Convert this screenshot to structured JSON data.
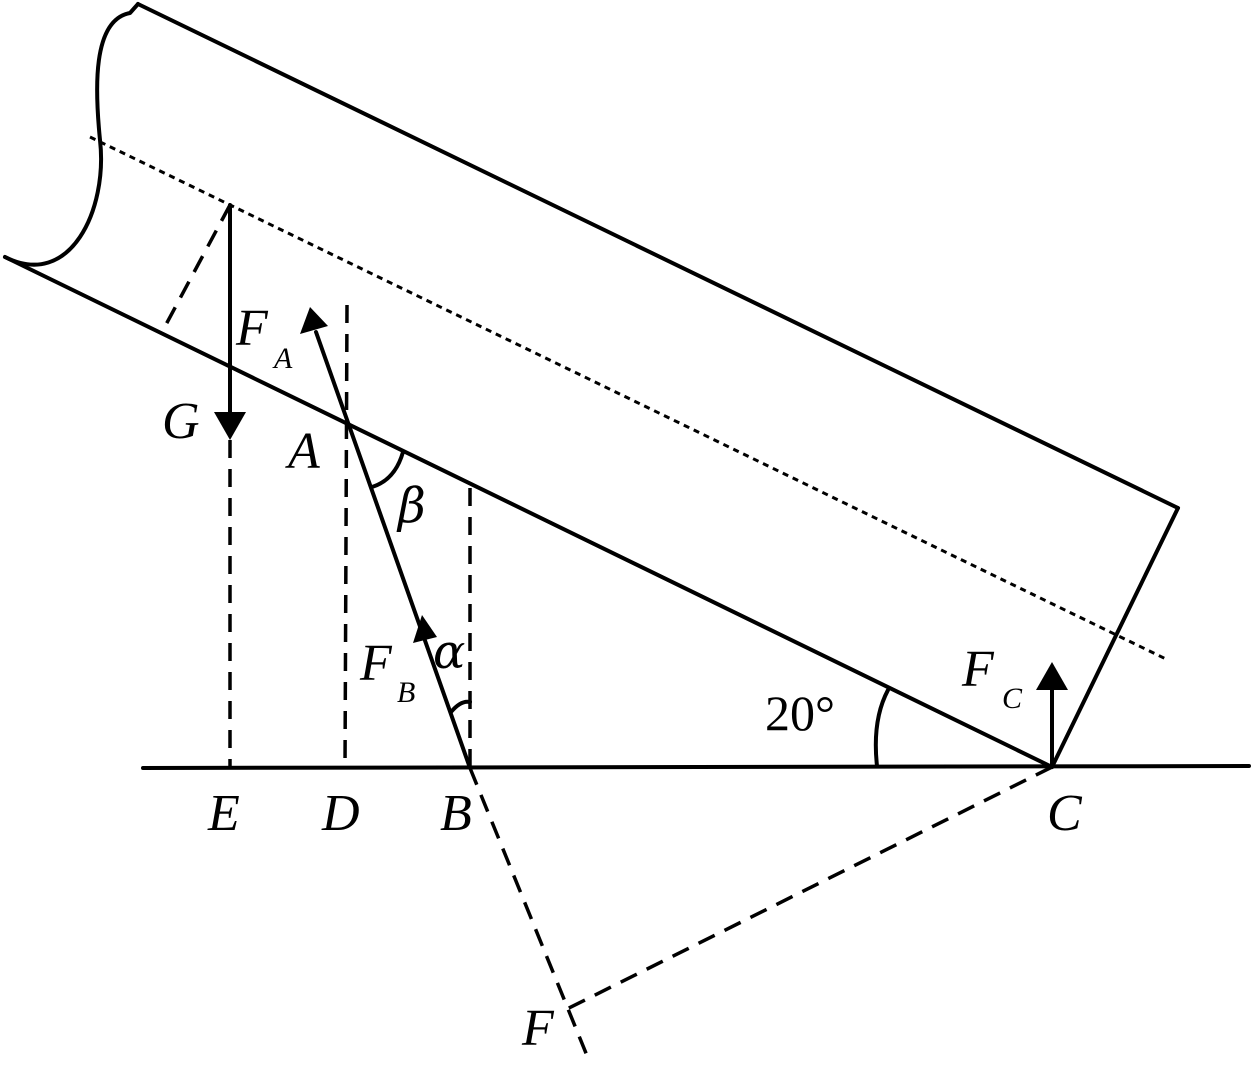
{
  "points": {
    "A": "A",
    "B": "B",
    "C": "C",
    "D": "D",
    "E": "E",
    "F": "F",
    "G": "G"
  },
  "forces": {
    "FA": {
      "main": "F",
      "sub": "A"
    },
    "FB": {
      "main": "F",
      "sub": "B"
    },
    "FC": {
      "main": "F",
      "sub": "C"
    }
  },
  "angles": {
    "alpha": "α",
    "beta": "β",
    "incline": "20°"
  }
}
